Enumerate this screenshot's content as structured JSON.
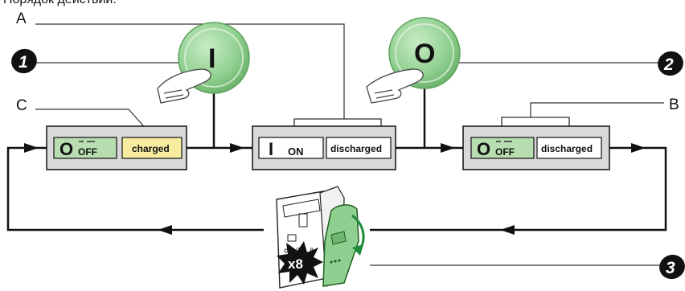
{
  "header": {
    "text": "Порядок действий:"
  },
  "steps": {
    "s1": "1",
    "s2": "2",
    "s3": "3"
  },
  "callouts": {
    "a": "A",
    "b": "B",
    "c": "C"
  },
  "buttons": {
    "close": "I",
    "open": "O"
  },
  "state1": {
    "main": "O",
    "main_sub": "OFF",
    "spring": "charged"
  },
  "state2": {
    "main": "I",
    "main_sub": "ON",
    "spring": "discharged"
  },
  "state3": {
    "main": "O",
    "main_sub": "OFF",
    "spring": "discharged"
  },
  "handle": {
    "count": "x8",
    "ring": "Ø5...8"
  },
  "colors": {
    "green_fill": "#b8ddb0",
    "button_green": "#8fcf8f",
    "yellow_fill": "#f7ec9f",
    "panel_gray": "#d9d9d9",
    "step_black": "#111111"
  }
}
